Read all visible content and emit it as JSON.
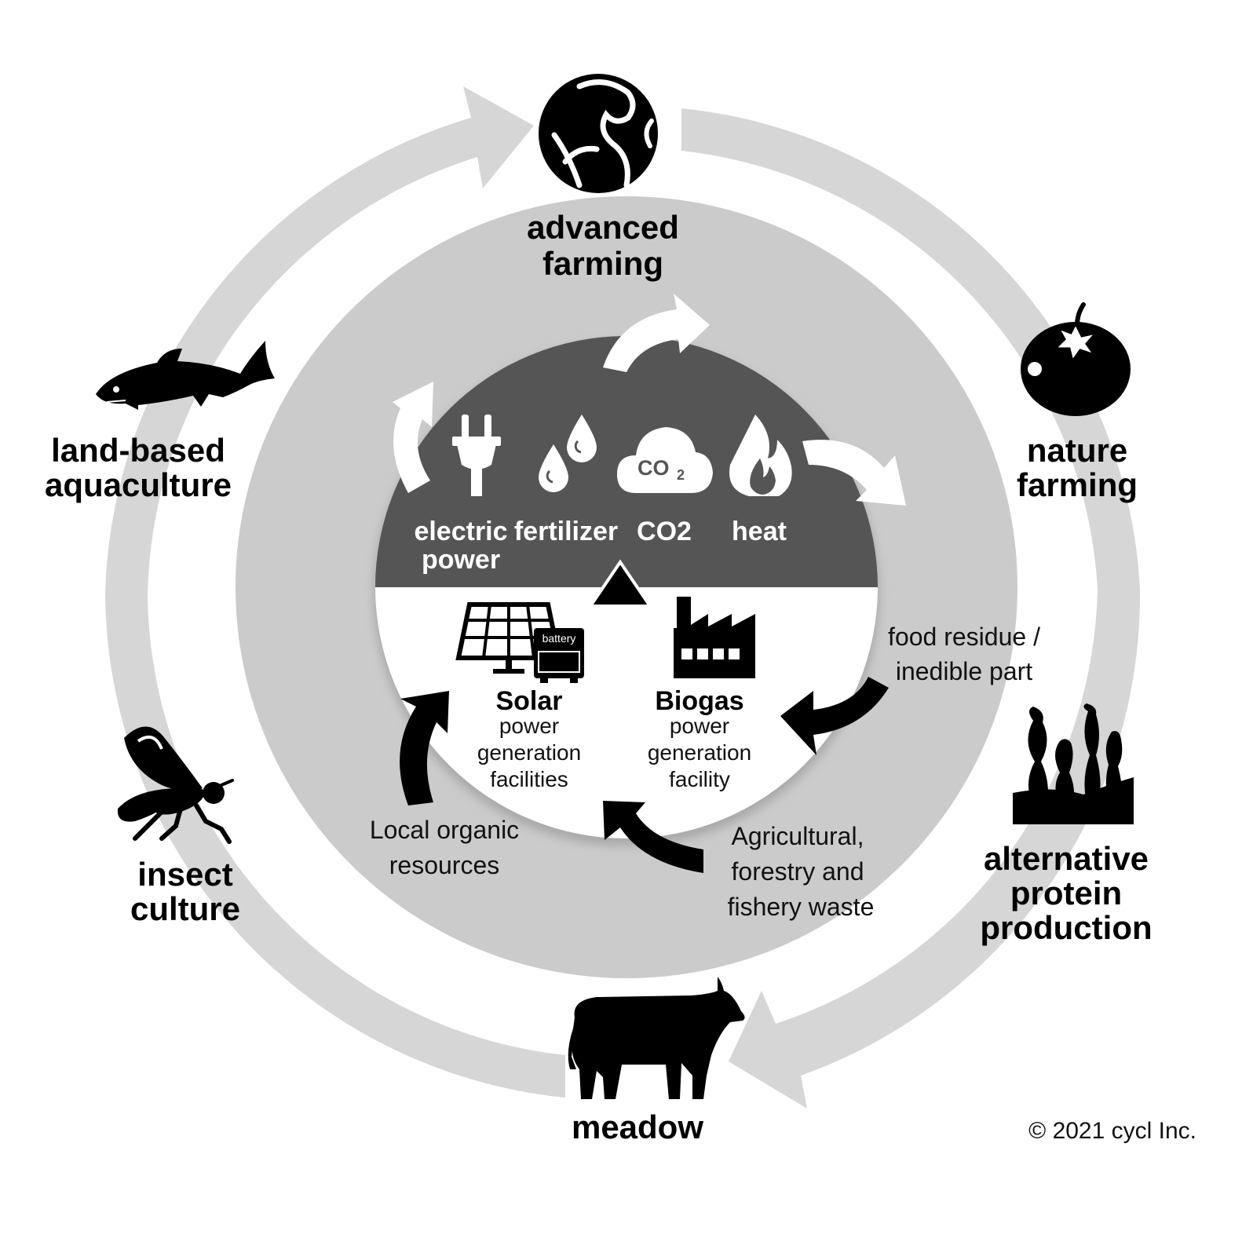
{
  "outer_nodes": {
    "advanced_farming": [
      "advanced",
      "farming"
    ],
    "nature_farming": [
      "nature",
      "farming"
    ],
    "alternative_protein": [
      "alternative",
      "protein",
      "production"
    ],
    "meadow": [
      "meadow"
    ],
    "insect_culture": [
      "insect",
      "culture"
    ],
    "land_based_aquaculture": [
      "land-based",
      "aquaculture"
    ]
  },
  "outputs": {
    "electric_power": [
      "electric",
      "power"
    ],
    "fertilizer": [
      "fertilizer"
    ],
    "co2": [
      "CO2"
    ],
    "co2_icon_text": "CO",
    "co2_icon_sub": "2",
    "heat": [
      "heat"
    ]
  },
  "facilities": {
    "battery_label": "battery",
    "solar": {
      "title": "Solar",
      "desc": [
        "power",
        "generation",
        "facilities"
      ]
    },
    "biogas": {
      "title": "Biogas",
      "desc": [
        "power",
        "generation",
        "facility"
      ]
    }
  },
  "inputs": {
    "food_residue": [
      "food residue /",
      "inedible part"
    ],
    "agri_waste": [
      "Agricultural,",
      "forestry and",
      "fishery waste"
    ],
    "local_resources": [
      "Local organic",
      "resources"
    ]
  },
  "copyright": "© 2021 cycl Inc.",
  "colors": {
    "ring": "#d6d6d6",
    "inner_disc": "#cbcbcb",
    "top_half": "#555555",
    "ink": "#000000"
  }
}
